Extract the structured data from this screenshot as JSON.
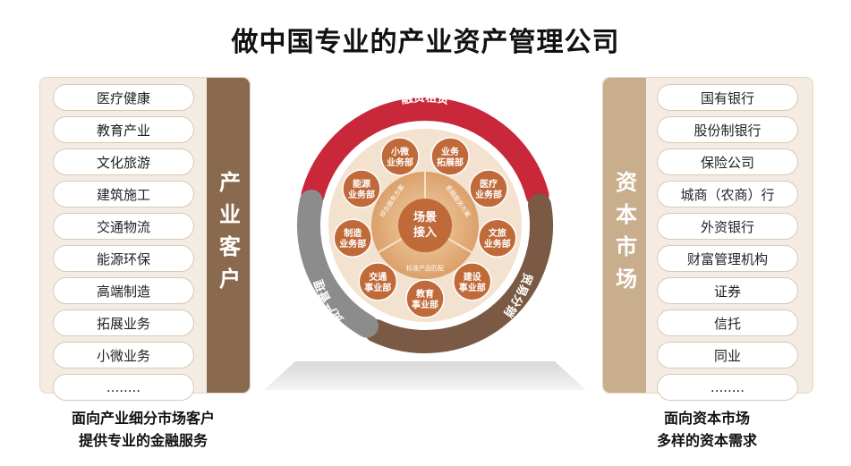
{
  "title": "做中国专业的产业资产管理公司",
  "left": {
    "band_label": "产业客户",
    "items": [
      "医疗健康",
      "教育产业",
      "文化旅游",
      "建筑施工",
      "交通物流",
      "能源环保",
      "高端制造",
      "拓展业务",
      "小微业务",
      "........"
    ],
    "caption_line1": "面向产业细分市场客户",
    "caption_line2": "提供专业的金融服务"
  },
  "right": {
    "band_label": "资本市场",
    "items": [
      "国有银行",
      "股份制银行",
      "保险公司",
      "城商（农商）行",
      "外资银行",
      "财富管理机构",
      "证券",
      "信托",
      "同业",
      "........"
    ],
    "caption_line1": "面向资本市场",
    "caption_line2": "多样的资本需求"
  },
  "diagram": {
    "center_line1": "场景",
    "center_line2": "接入",
    "outer_ring": {
      "top": "融资租赁",
      "right": "贸易分销",
      "left": "资产管理"
    },
    "inner_ring": [
      "综合服务方案",
      "金融服务方案",
      "标准产品匹配"
    ],
    "nodes": [
      {
        "l1": "小微",
        "l2": "业务部"
      },
      {
        "l1": "业务",
        "l2": "拓展部"
      },
      {
        "l1": "医疗",
        "l2": "业务部"
      },
      {
        "l1": "文旅",
        "l2": "业务部"
      },
      {
        "l1": "建设",
        "l2": "事业部"
      },
      {
        "l1": "教育",
        "l2": "事业部"
      },
      {
        "l1": "交通",
        "l2": "事业部"
      },
      {
        "l1": "制造",
        "l2": "业务部"
      },
      {
        "l1": "能源",
        "l2": "业务部"
      }
    ],
    "colors": {
      "red": "#c8283a",
      "brown": "#7a5a44",
      "grey": "#8c8c8c",
      "node": "#c06a3a",
      "inner": "#d99a5a"
    }
  }
}
